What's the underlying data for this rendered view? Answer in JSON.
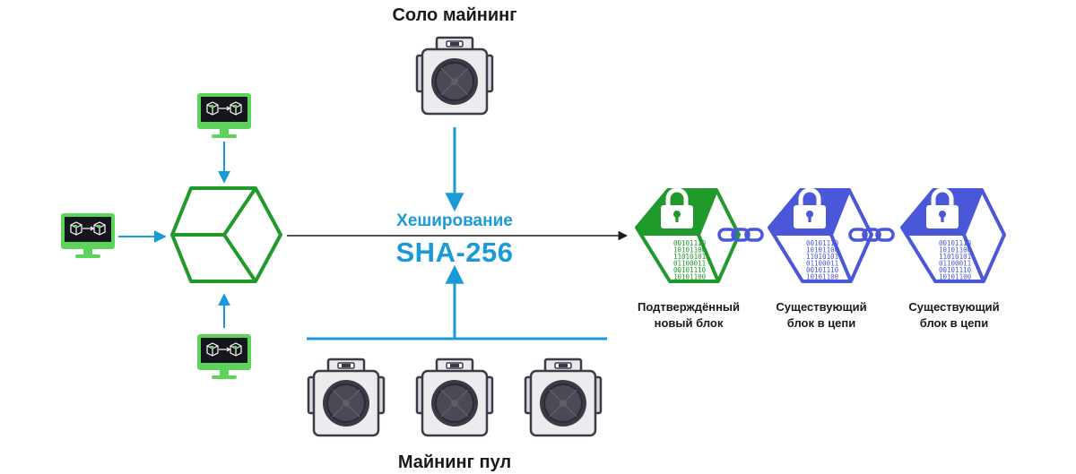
{
  "titles": {
    "solo": "Соло майнинг",
    "pool": "Майнинг пул",
    "hashing": "Хеширование",
    "algorithm": "SHA-256"
  },
  "blocks": [
    {
      "label": "Подтверждённый\nновый блок",
      "status": "new",
      "color": "#1f9a2b"
    },
    {
      "label": "Существующий\nблок в цепи",
      "status": "existing",
      "color": "#4a57d8"
    },
    {
      "label": "Существующий\nблок в цепи",
      "status": "existing",
      "color": "#4a57d8"
    }
  ],
  "block_binary": "00101110\n10101100\n11010101\n01100011\n00101110\n10101100",
  "icons": {
    "monitor": "computer-monitor-icon",
    "miner": "asic-miner-icon",
    "cube": "transaction-cube-icon",
    "lock": "padlock-icon",
    "chain": "chain-link-icon"
  },
  "colors": {
    "green": "#1f9a2b",
    "lightgreen": "#5ed35b",
    "blue": "#4a57d8",
    "arrow": "#1a9ad6"
  }
}
